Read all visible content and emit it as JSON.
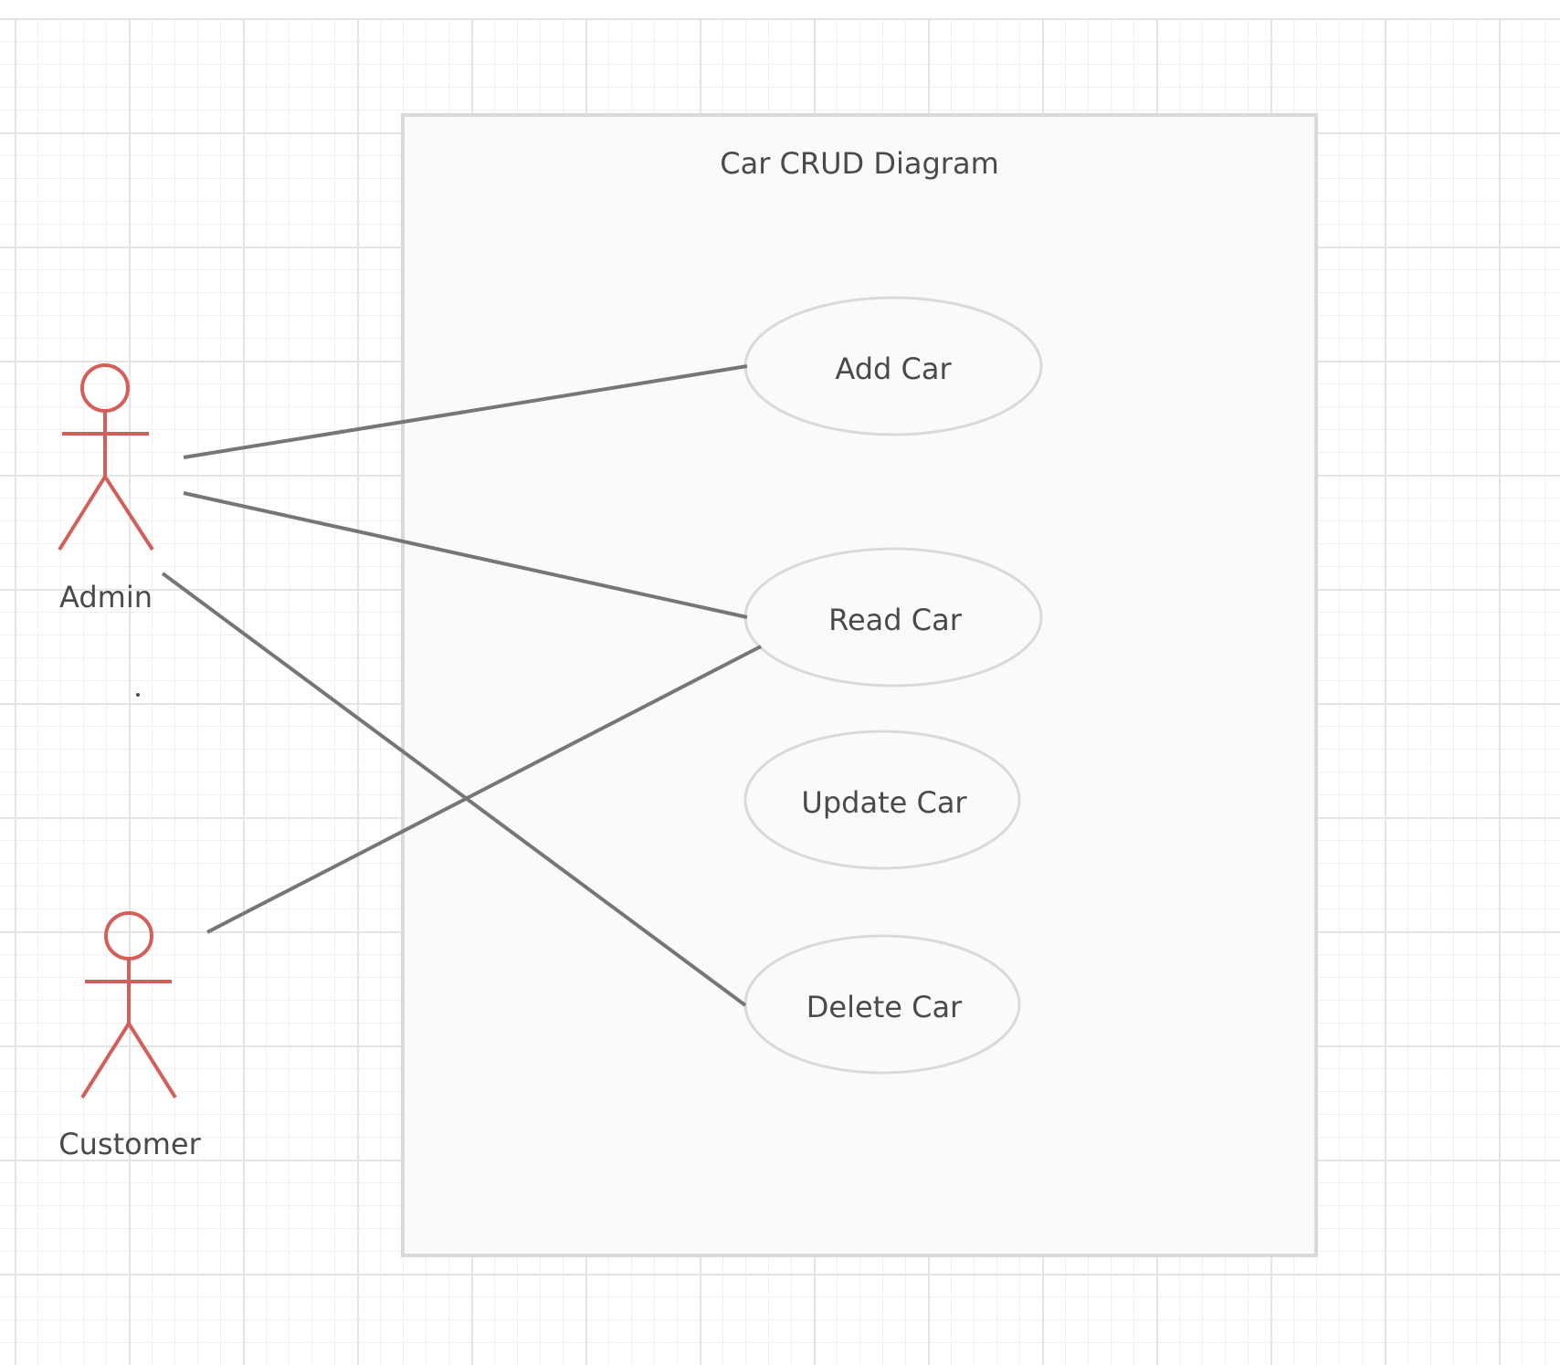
{
  "diagram": {
    "title": "Car CRUD Diagram",
    "actors": [
      {
        "id": "admin",
        "label": "Admin"
      },
      {
        "id": "customer",
        "label": "Customer"
      }
    ],
    "use_cases": [
      {
        "id": "add",
        "label": "Add Car"
      },
      {
        "id": "read",
        "label": "Read Car"
      },
      {
        "id": "update",
        "label": "Update Car"
      },
      {
        "id": "delete",
        "label": "Delete Car"
      }
    ],
    "associations": [
      {
        "from": "admin",
        "to": "add"
      },
      {
        "from": "admin",
        "to": "read"
      },
      {
        "from": "admin",
        "to": "delete"
      },
      {
        "from": "customer",
        "to": "read"
      }
    ],
    "colors": {
      "actor": "#d35f5a",
      "association": "#767676",
      "use_case_border": "#d9d9d9",
      "use_case_fill": "#fbfaf8",
      "system_border": "#d9d9d9",
      "system_fill": "#fbfaf8",
      "text": "#4a4a4a"
    }
  }
}
